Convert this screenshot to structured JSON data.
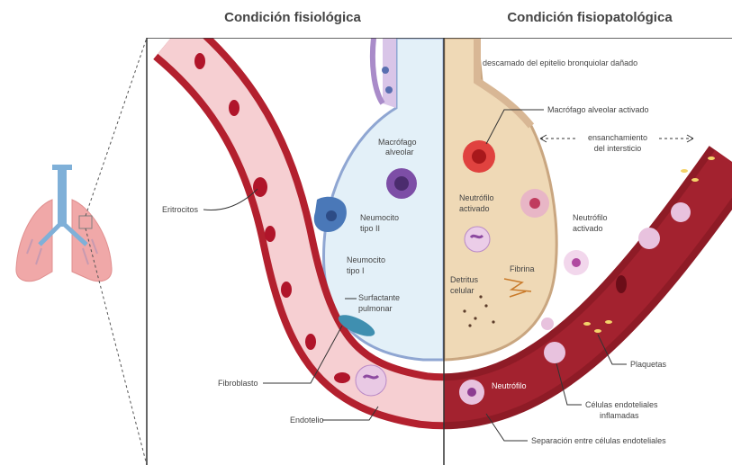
{
  "titles": {
    "left": "Condición fisiológica",
    "right": "Condición fisiopatológica"
  },
  "labels": {
    "macrofago_alveolar": [
      "Macrófago",
      "alveolar"
    ],
    "neumocito_tipo_ii": [
      "Neumocito",
      "tipo II"
    ],
    "neumocito_tipo_i": [
      "Neumocito",
      "tipo I"
    ],
    "surfactante": [
      "Surfactante",
      "pulmonar"
    ],
    "eritrocitos": "Eritrocitos",
    "fibroblasto": "Fibroblasto",
    "endotelio": "Endotelio",
    "descamado": "descamado del epitelio bronquiolar dañado",
    "macrofago_activado": "Macrófago alveolar activado",
    "ensanchamiento": [
      "ensanchamiento",
      "del intersticio"
    ],
    "neutrofilo_activado_in": [
      "Neutrófilo",
      "activado"
    ],
    "neutrofilo_activado_out": [
      "Neutrófilo",
      "activado"
    ],
    "fibrina": "Fibrina",
    "detritus": [
      "Detritus",
      "celular"
    ],
    "neutrofilo": "Neutrófilo",
    "plaquetas": "Plaquetas",
    "celulas_endoteliales": [
      "Células endoteliales",
      "inflamadas"
    ],
    "separacion": "Separación entre células endoteliales"
  },
  "colors": {
    "vessel_wall": "#b3202e",
    "vessel_lumen_normal": "#f6cfd2",
    "vessel_lumen_inflamed": "#9c1d2a",
    "alveolus_normal": "#e3f0f8",
    "alveolus_inflamed": "#efd9b6",
    "erythrocyte": "#b0152a",
    "macrophage": "#7d4ea6",
    "lung": "#f0a8a8",
    "trachea": "#7fb0d8"
  },
  "icons": [
    "lungs-icon"
  ]
}
